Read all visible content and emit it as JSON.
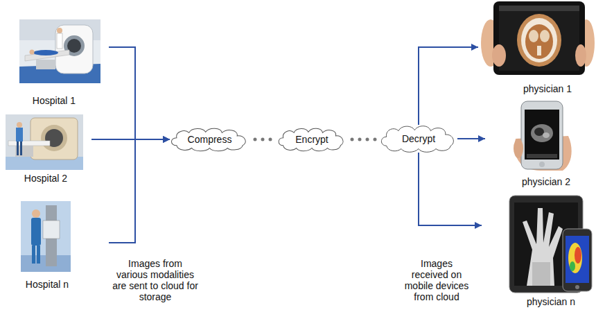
{
  "diagram": {
    "nodes": [
      {
        "text": [
          "Hospital 1"
        ]
      },
      {
        "text": [
          "Hospital 2"
        ]
      },
      {
        "text": [
          "Hospital n"
        ]
      },
      {
        "text": [
          "Compress"
        ]
      },
      {
        "text": [
          "Encrypt"
        ]
      },
      {
        "text": [
          "Decrypt"
        ]
      },
      {
        "text": [
          "physician 1"
        ]
      },
      {
        "text": [
          "physician 2"
        ]
      },
      {
        "text": [
          "physician n"
        ]
      }
    ],
    "edges": [
      {
        "from": 0,
        "to": 3,
        "arrow": "to"
      },
      {
        "from": 1,
        "to": 3,
        "arrow": "to"
      },
      {
        "from": 2,
        "to": 3,
        "arrow": "to"
      },
      {
        "from": 3,
        "to": 4,
        "arrow": "none"
      },
      {
        "from": 4,
        "to": 5,
        "arrow": "none"
      },
      {
        "from": 5,
        "to": 6,
        "arrow": "to"
      },
      {
        "from": 5,
        "to": 7,
        "arrow": "to"
      },
      {
        "from": 5,
        "to": 8,
        "arrow": "to"
      }
    ],
    "labels": [
      "Images from various modalities are sent to cloud for storage",
      "Images received on mobile devices from cloud"
    ]
  }
}
